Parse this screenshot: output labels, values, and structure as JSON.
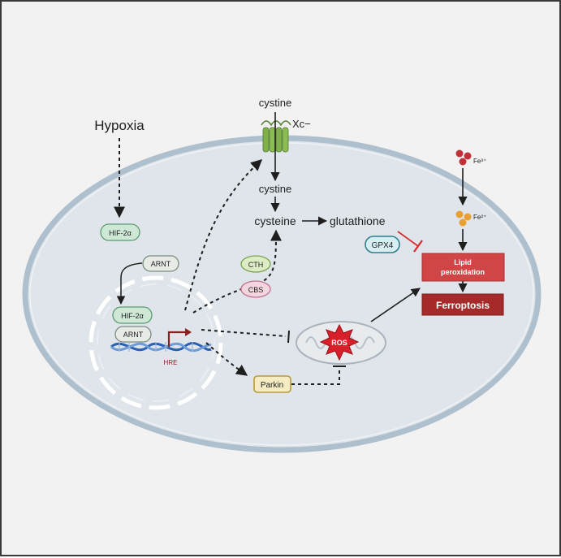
{
  "labels": {
    "hypoxia": "Hypoxia",
    "cystine_out": "cystine",
    "xc": "Xc−",
    "cystine_in": "cystine",
    "cysteine": "cysteine",
    "glutathione": "glutathione",
    "gpx4": "GPX4",
    "hif2a_top": "HIF-2α",
    "arnt_top": "ARNT",
    "hif2a_bottom": "HIF-2α",
    "arnt_bottom": "ARNT",
    "hre": "HRE",
    "cth": "CTH",
    "cbs": "CBS",
    "ros": "ROS",
    "parkin": "Parkin",
    "fe3": "Fe³⁺",
    "fe2": "Fe²⁺",
    "lipid_line1": "Lipid",
    "lipid_line2": "peroxidation",
    "ferroptosis": "Ferroptosis"
  },
  "colors": {
    "cell_fill": "#dfe5ea",
    "cell_border": "#aebfcd",
    "hif_fill": "#cfe8d6",
    "hif_stroke": "#5c9a72",
    "gpx4_fill": "#d7eef2",
    "gpx4_stroke": "#2f7f8e",
    "cth_fill": "#dcecc4",
    "cth_stroke": "#7ba050",
    "cbs_fill": "#f2d5df",
    "cbs_stroke": "#c0708e",
    "parkin_fill": "#f5ecc4",
    "parkin_stroke": "#b99a3b",
    "ros_red": "#d8202a",
    "lipid_fill": "#d04646",
    "ferroptosis_fill": "#a72a2a",
    "fe3_color": "#c0323a",
    "fe2_color": "#e8a032",
    "inhibit_red": "#d72b2b",
    "transporter_green": "#7fb04a"
  }
}
